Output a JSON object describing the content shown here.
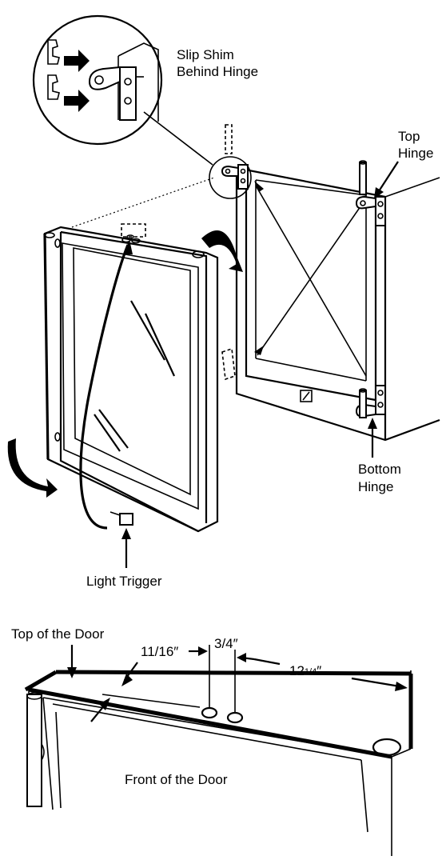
{
  "labels": {
    "slip_shim_line1": "Slip Shim",
    "slip_shim_line2": "Behind Hinge",
    "top_hinge_line1": "Top",
    "top_hinge_line2": "Hinge",
    "bottom_hinge_line1": "Bottom",
    "bottom_hinge_line2": "Hinge",
    "light_trigger": "Light Trigger",
    "top_of_door": "Top of the Door",
    "front_of_door": "Front of the Door"
  },
  "dimensions": {
    "d1": "11/16″",
    "d2": "3/4″",
    "d3_whole": "12",
    "d3_frac": "1/4",
    "d3_mark": "″"
  }
}
